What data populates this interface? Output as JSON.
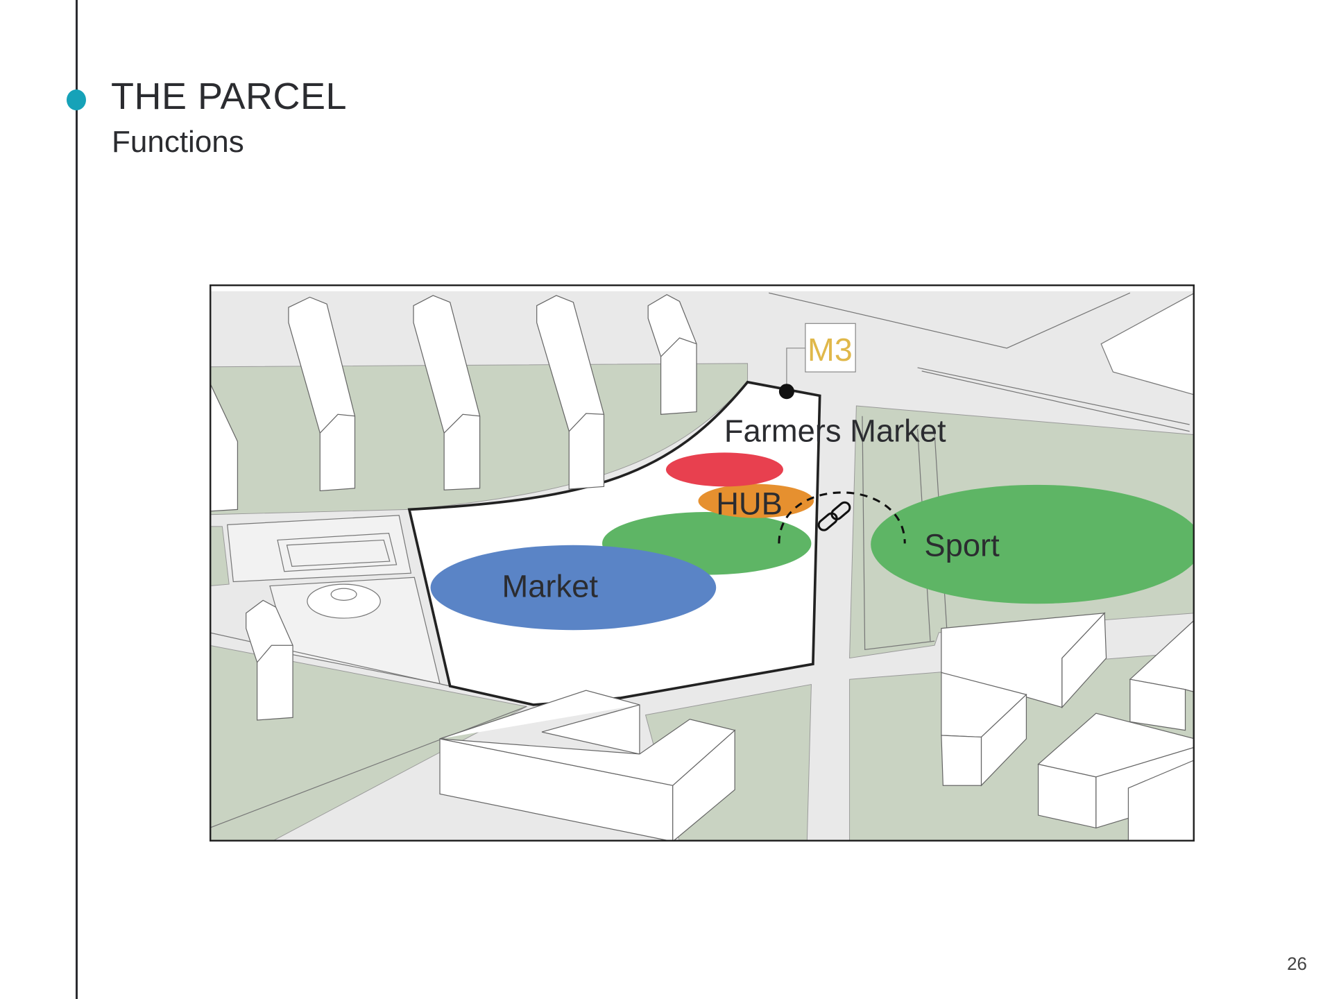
{
  "header": {
    "title": "THE PARCEL",
    "subtitle": "Functions"
  },
  "map": {
    "labels": {
      "metro": "M3",
      "farmers_market": "Farmers Market",
      "hub": "HUB",
      "market": "Market",
      "sport": "Sport"
    },
    "colors": {
      "accent": "#16a2b8",
      "farmers_market": "#e8404f",
      "hub": "#e6902f",
      "green_zone": "#5eb565",
      "market": "#5a84c6",
      "metro": "#e0b84a"
    }
  },
  "footer": {
    "page_number": "26"
  }
}
